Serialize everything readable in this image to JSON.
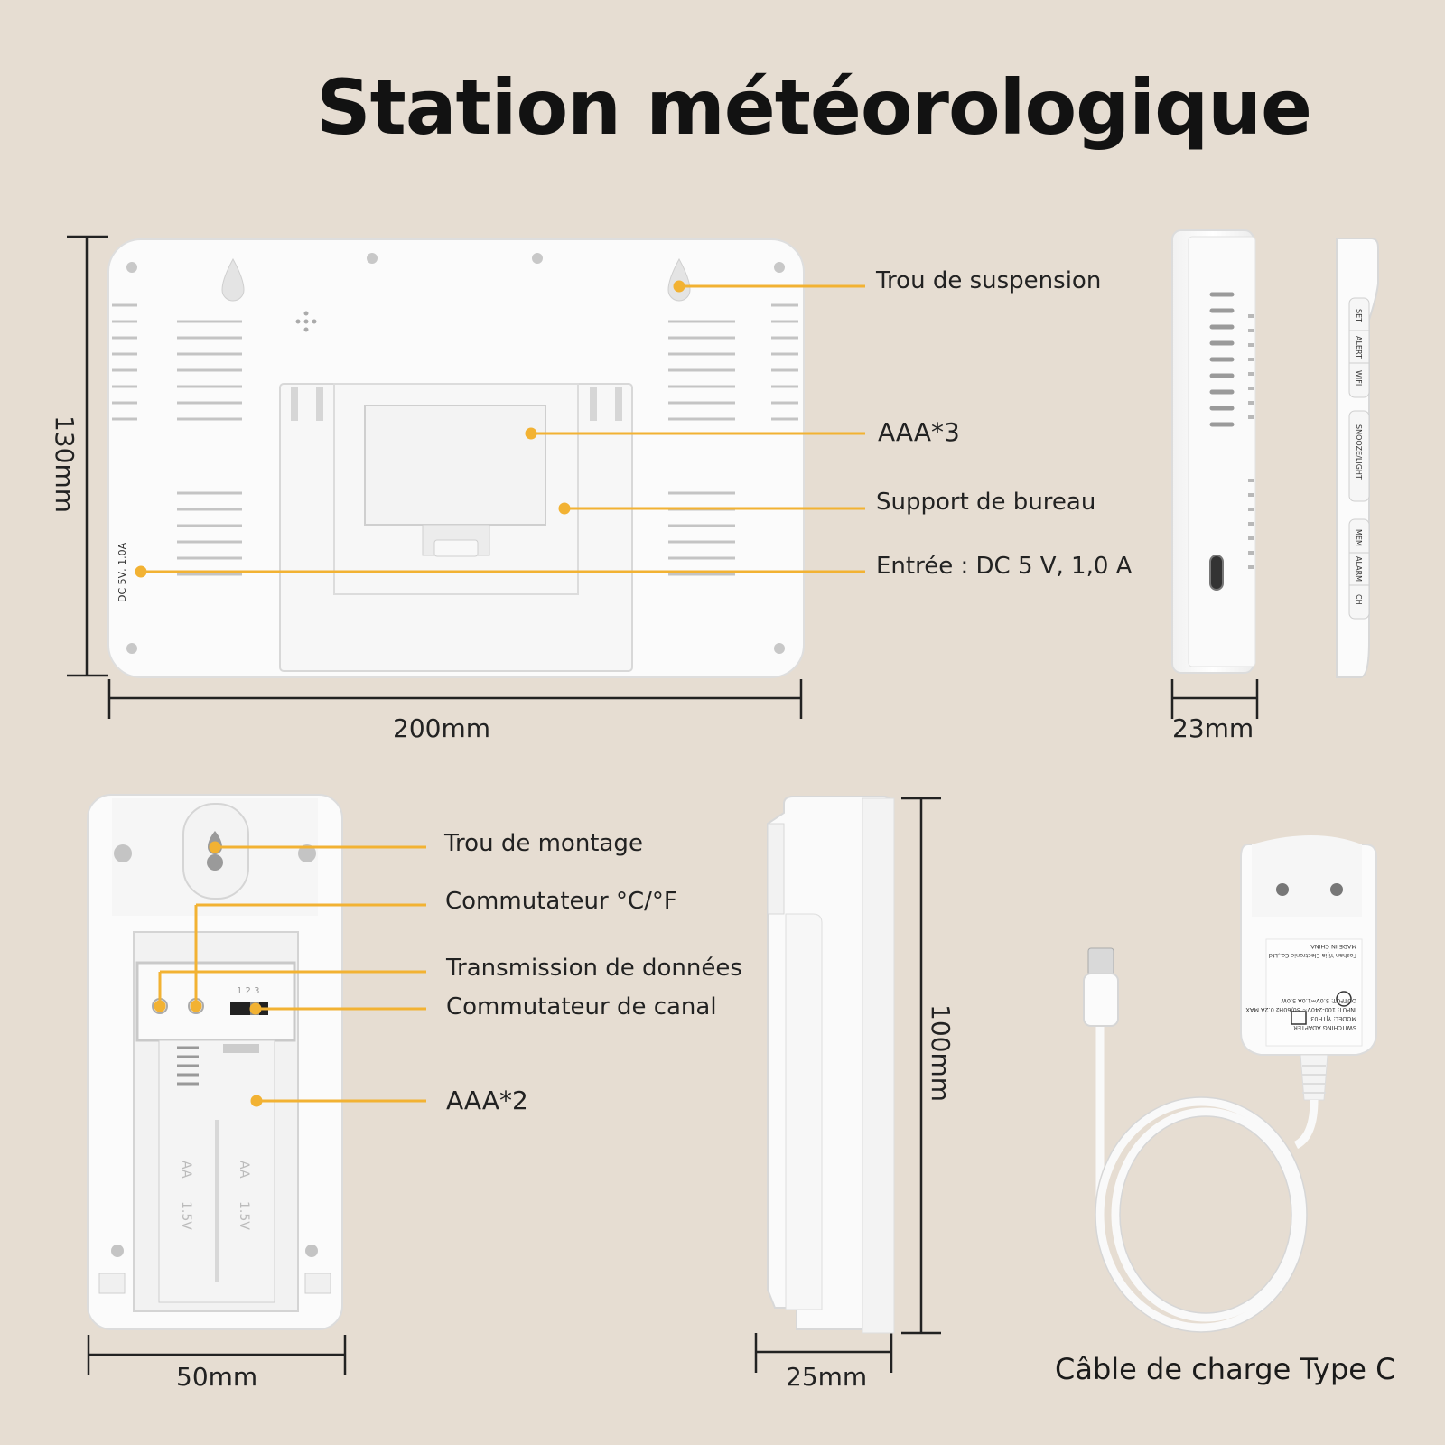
{
  "title": "Station météorologique",
  "main_unit": {
    "callouts": {
      "hanging_hole": "Trou de suspension",
      "battery": "AAA*3",
      "desk_stand": "Support de bureau",
      "power_input": "Entrée : DC 5 V, 1,0 A"
    },
    "back_print": "DC 5V, 1.0A",
    "height": "130mm",
    "width": "200mm",
    "depth": "23mm",
    "side_buttons": [
      "SET",
      "ALERT",
      "WIFI",
      "SNOOZE/LIGHT",
      "MEM",
      "ALARM",
      "CH"
    ]
  },
  "sensor": {
    "callouts": {
      "mount_hole": "Trou de montage",
      "unit_switch": "Commutateur °C/°F",
      "data_tx": "Transmission de données",
      "channel_switch": "Commutateur de canal",
      "battery": "AAA*2"
    },
    "channel_marks": "1 2 3",
    "battery_marks": [
      "AA",
      "1.5V"
    ],
    "width": "50mm",
    "height": "100mm",
    "depth": "25mm"
  },
  "charger": {
    "caption": "Câble de charge Type C",
    "label_lines": [
      "SWITCHING ADAPTER",
      "MODEL: YJTH03",
      "INPUT: 100-240V~ 50/60Hz 0.2A MAX",
      "OUTPUT: 5.0V⎓1.0A 5.0W",
      "Foshan Yijia Electronic Co.,Ltd",
      "MADE IN CHINA"
    ]
  },
  "colors": {
    "background": "#e6ddd2",
    "callout": "#f2b233",
    "device": "#fbfbfb"
  }
}
